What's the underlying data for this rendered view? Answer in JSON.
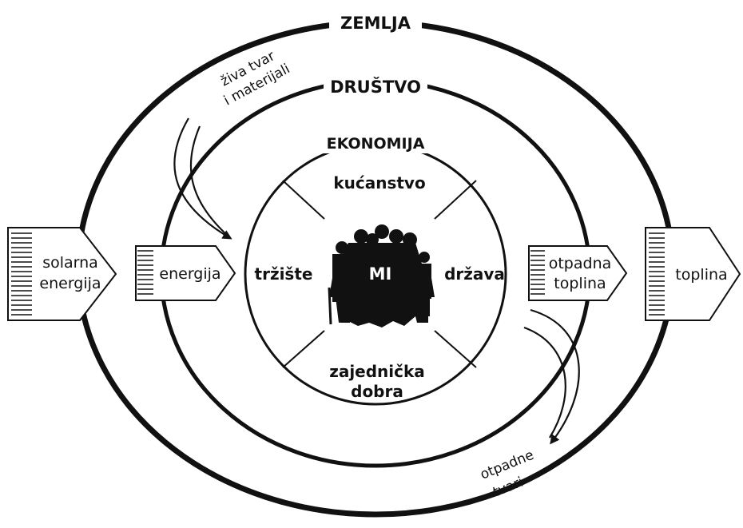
{
  "rings": {
    "earth": "ZEMLJA",
    "society": "DRUŠTVO",
    "economy": "EKONOMIJA"
  },
  "sectors": {
    "top": "kućanstvo",
    "left": "tržište",
    "right": "država",
    "bottom_line1": "zajednička",
    "bottom_line2": "dobra"
  },
  "center": {
    "label": "MI",
    "figure": "people-group-silhouette-icon"
  },
  "inputs": {
    "solar_line1": "solarna",
    "solar_line2": "energija",
    "energy": "energija",
    "living_matter_line1": "živa tvar",
    "living_matter_line2": "i materijali"
  },
  "outputs": {
    "waste_heat_line1": "otpadna",
    "waste_heat_line2": "toplina",
    "heat": "toplina",
    "waste_matter_line1": "otpadne",
    "waste_matter_line2": "tvari"
  },
  "colors": {
    "ink": "#111111",
    "background": "#ffffff"
  }
}
